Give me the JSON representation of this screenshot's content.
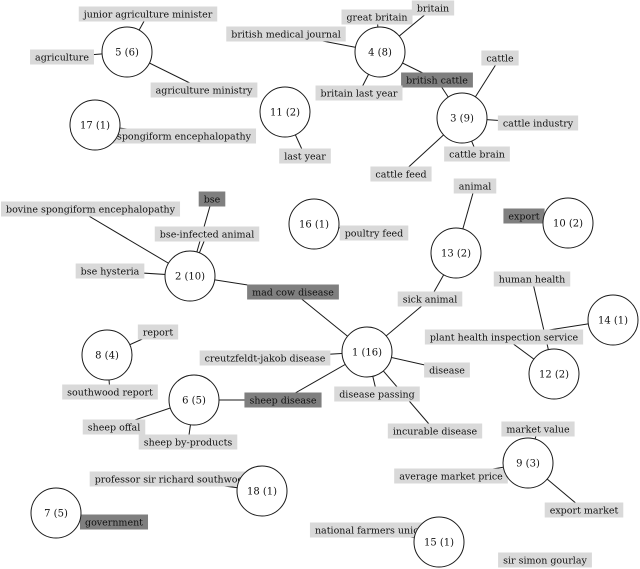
{
  "nodes": [
    {
      "id": "5",
      "text": "5 (6)"
    },
    {
      "id": "4",
      "text": "4 (8)"
    },
    {
      "id": "17",
      "text": "17 (1)"
    },
    {
      "id": "11",
      "text": "11 (2)"
    },
    {
      "id": "3",
      "text": "3 (9)"
    },
    {
      "id": "16",
      "text": "16 (1)"
    },
    {
      "id": "10",
      "text": "10 (2)"
    },
    {
      "id": "2",
      "text": "2 (10)"
    },
    {
      "id": "13",
      "text": "13 (2)"
    },
    {
      "id": "14",
      "text": "14 (1)"
    },
    {
      "id": "8",
      "text": "8 (4)"
    },
    {
      "id": "1",
      "text": "1 (16)"
    },
    {
      "id": "12",
      "text": "12 (2)"
    },
    {
      "id": "6",
      "text": "6 (5)"
    },
    {
      "id": "9",
      "text": "9 (3)"
    },
    {
      "id": "18",
      "text": "18 (1)"
    },
    {
      "id": "7",
      "text": "7 (5)"
    },
    {
      "id": "15",
      "text": "15 (1)"
    }
  ],
  "labels": [
    {
      "text": "junior agriculture minister",
      "shade": "light"
    },
    {
      "text": "agriculture",
      "shade": "light"
    },
    {
      "text": "agriculture ministry",
      "shade": "light"
    },
    {
      "text": "great britain",
      "shade": "light"
    },
    {
      "text": "britain",
      "shade": "light"
    },
    {
      "text": "british medical journal",
      "shade": "light"
    },
    {
      "text": "cattle",
      "shade": "light"
    },
    {
      "text": "british cattle",
      "shade": "dark"
    },
    {
      "text": "britain last year",
      "shade": "light"
    },
    {
      "text": "cattle industry",
      "shade": "light"
    },
    {
      "text": "spongiform encephalopathy",
      "shade": "light"
    },
    {
      "text": "cattle brain",
      "shade": "light"
    },
    {
      "text": "last year",
      "shade": "light"
    },
    {
      "text": "cattle feed",
      "shade": "light"
    },
    {
      "text": "animal",
      "shade": "light"
    },
    {
      "text": "bse",
      "shade": "dark"
    },
    {
      "text": "bovine spongiform encephalopathy",
      "shade": "light"
    },
    {
      "text": "export",
      "shade": "dark"
    },
    {
      "text": "poultry feed",
      "shade": "light"
    },
    {
      "text": "bse-infected animal",
      "shade": "light"
    },
    {
      "text": "bse hysteria",
      "shade": "light"
    },
    {
      "text": "human health",
      "shade": "light"
    },
    {
      "text": "mad cow disease",
      "shade": "dark"
    },
    {
      "text": "sick animal",
      "shade": "light"
    },
    {
      "text": "report",
      "shade": "light"
    },
    {
      "text": "plant health inspection service",
      "shade": "light"
    },
    {
      "text": "creutzfeldt-jakob disease",
      "shade": "light"
    },
    {
      "text": "disease",
      "shade": "light"
    },
    {
      "text": "southwood report",
      "shade": "light"
    },
    {
      "text": "sheep disease",
      "shade": "dark"
    },
    {
      "text": "disease passing",
      "shade": "light"
    },
    {
      "text": "sheep offal",
      "shade": "light"
    },
    {
      "text": "incurable disease",
      "shade": "light"
    },
    {
      "text": "market value",
      "shade": "light"
    },
    {
      "text": "sheep by-products",
      "shade": "light"
    },
    {
      "text": "average market price",
      "shade": "light"
    },
    {
      "text": "professor sir richard southwood",
      "shade": "light"
    },
    {
      "text": "export market",
      "shade": "light"
    },
    {
      "text": "government",
      "shade": "dark"
    },
    {
      "text": "national farmers union",
      "shade": "light"
    },
    {
      "text": "sir simon gourlay",
      "shade": "light"
    }
  ],
  "colors": {
    "edge": "#1a1a1a",
    "label_light": "#d9d9d9",
    "label_dark": "#7f7f7f",
    "node_fill": "#ffffff"
  }
}
